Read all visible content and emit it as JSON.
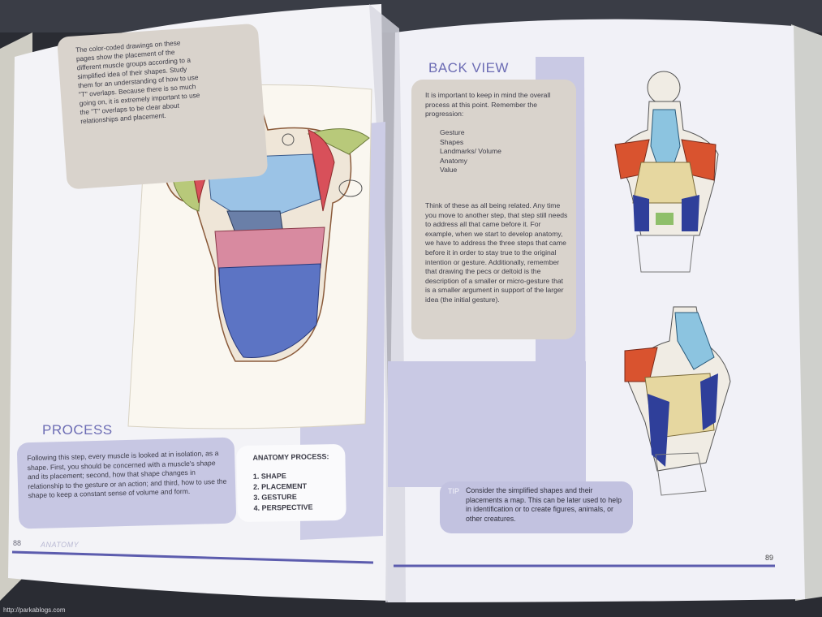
{
  "left_page": {
    "intro_text": "The color-coded drawings on these pages show the placement of the different muscle groups according to a simplified idea of their shapes. Study them for an understanding of how to use \"T\" overlaps. Because there is so much going on, it is extremely important to use the \"T\" overlaps to be clear about relationships and placement.",
    "section_heading": "PROCESS",
    "process_text": "Following this step, every muscle is looked at in isolation, as a shape. First, you should be concerned with a muscle's shape and its placement; second, how that shape changes in relationship to the gesture or an action; and third, how to use the shape to keep a constant sense of volume and form.",
    "anatomy_process": {
      "title": "ANATOMY PROCESS:",
      "items": [
        "1. SHAPE",
        "2. PLACEMENT",
        "3. GESTURE",
        "4. PERSPECTIVE"
      ]
    },
    "page_number": "88",
    "running_header": "ANATOMY"
  },
  "right_page": {
    "section_heading": "BACK VIEW",
    "intro_text": "It is important to keep in mind the overall process at this point. Remember the progression:",
    "progression": [
      "Gesture",
      "Shapes",
      "Landmarks/ Volume",
      "Anatomy",
      "Value"
    ],
    "body_text": "Think of these as all being related. Any time you move to another step, that step still needs to address all that came before it. For example, when we start to develop anatomy, we have to address the three steps that came before it in order to stay true to the original intention or gesture. Additionally, remember that drawing the pecs or deltoid is the description of a smaller or micro-gesture that is a smaller argument in support of the larger idea (the initial gesture).",
    "tip_label": "TIP",
    "tip_text": "Consider the simplified shapes and their placements a map. This can be later used to help in identification or to create figures, animals, or other creatures.",
    "page_number": "89"
  },
  "watermark": "http://parkablogs.com",
  "colors": {
    "accent_lilac": "#c7c7e3",
    "heading_purple": "#6c6cb4",
    "note_grey": "#d9d3cc",
    "rule_blue": "#5c5cae",
    "muscle_red": "#d4533a",
    "muscle_blue": "#7fb6d8",
    "muscle_navy": "#2f3f9a",
    "muscle_yellow": "#e9d9a4"
  }
}
